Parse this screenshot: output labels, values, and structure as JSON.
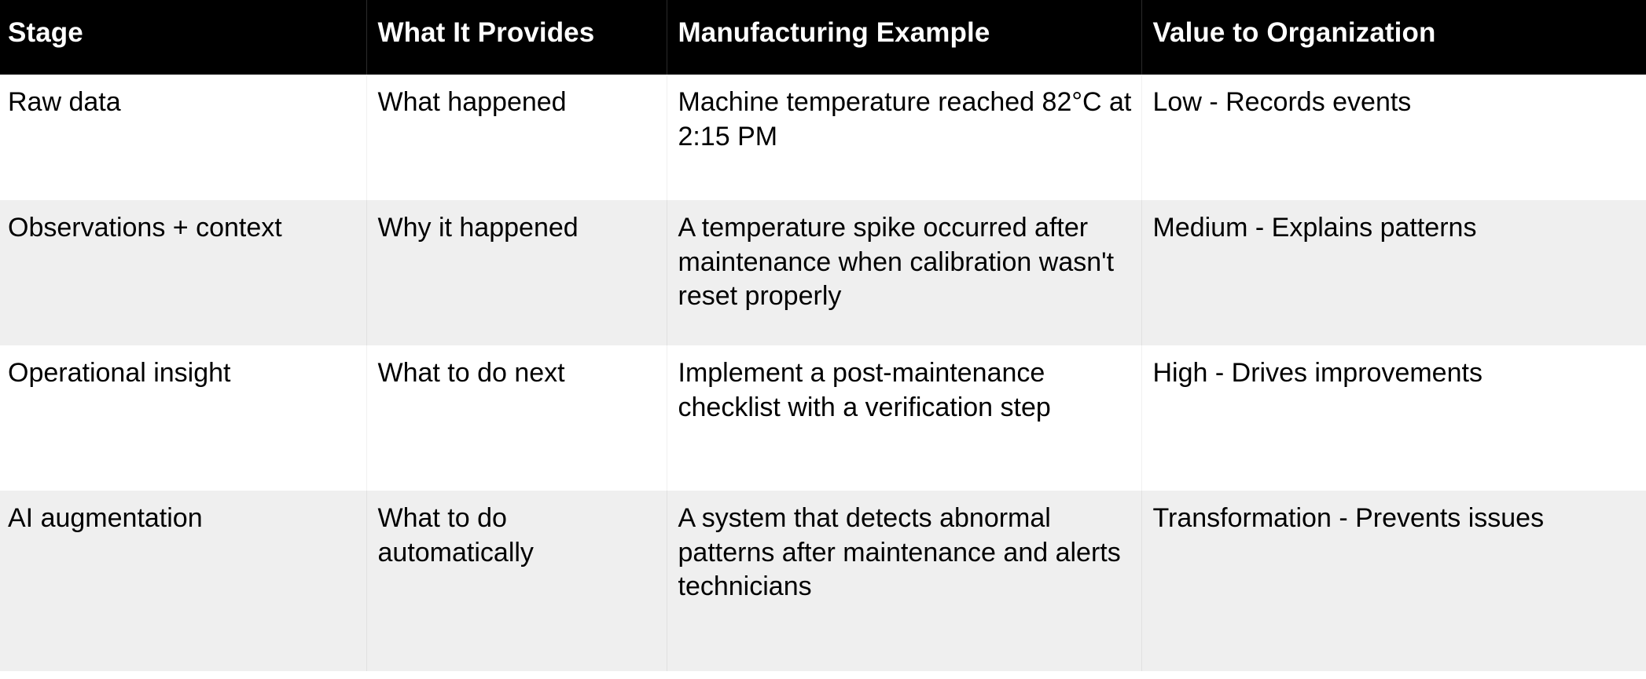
{
  "table": {
    "columns": [
      {
        "key": "stage",
        "label": "Stage"
      },
      {
        "key": "provides",
        "label": "What It Provides"
      },
      {
        "key": "example",
        "label": "Manufacturing Example"
      },
      {
        "key": "value",
        "label": "Value to Organization"
      }
    ],
    "rows": [
      {
        "stage": "Raw data",
        "provides": "What happened",
        "example": "Machine temperature reached 82°C at 2:15 PM",
        "value": "Low - Records events"
      },
      {
        "stage": "Observations + context",
        "provides": "Why it happened",
        "example": "A temperature spike occurred after maintenance when calibration wasn't reset properly",
        "value": "Medium - Explains patterns"
      },
      {
        "stage": "Operational insight",
        "provides": "What to do next",
        "example": "Implement a post-maintenance checklist with a verification step",
        "value": "High - Drives improvements"
      },
      {
        "stage": "AI augmentation",
        "provides": "What to do automatically",
        "example": "A system that detects abnormal patterns after maintenance and alerts technicians",
        "value": "Transformation - Prevents issues"
      }
    ]
  },
  "colors": {
    "header_background": "#000000",
    "header_text": "#ffffff",
    "row_odd_background": "#ffffff",
    "row_even_background": "#efefef",
    "body_text": "#000000",
    "page_background": "#ffffff"
  }
}
